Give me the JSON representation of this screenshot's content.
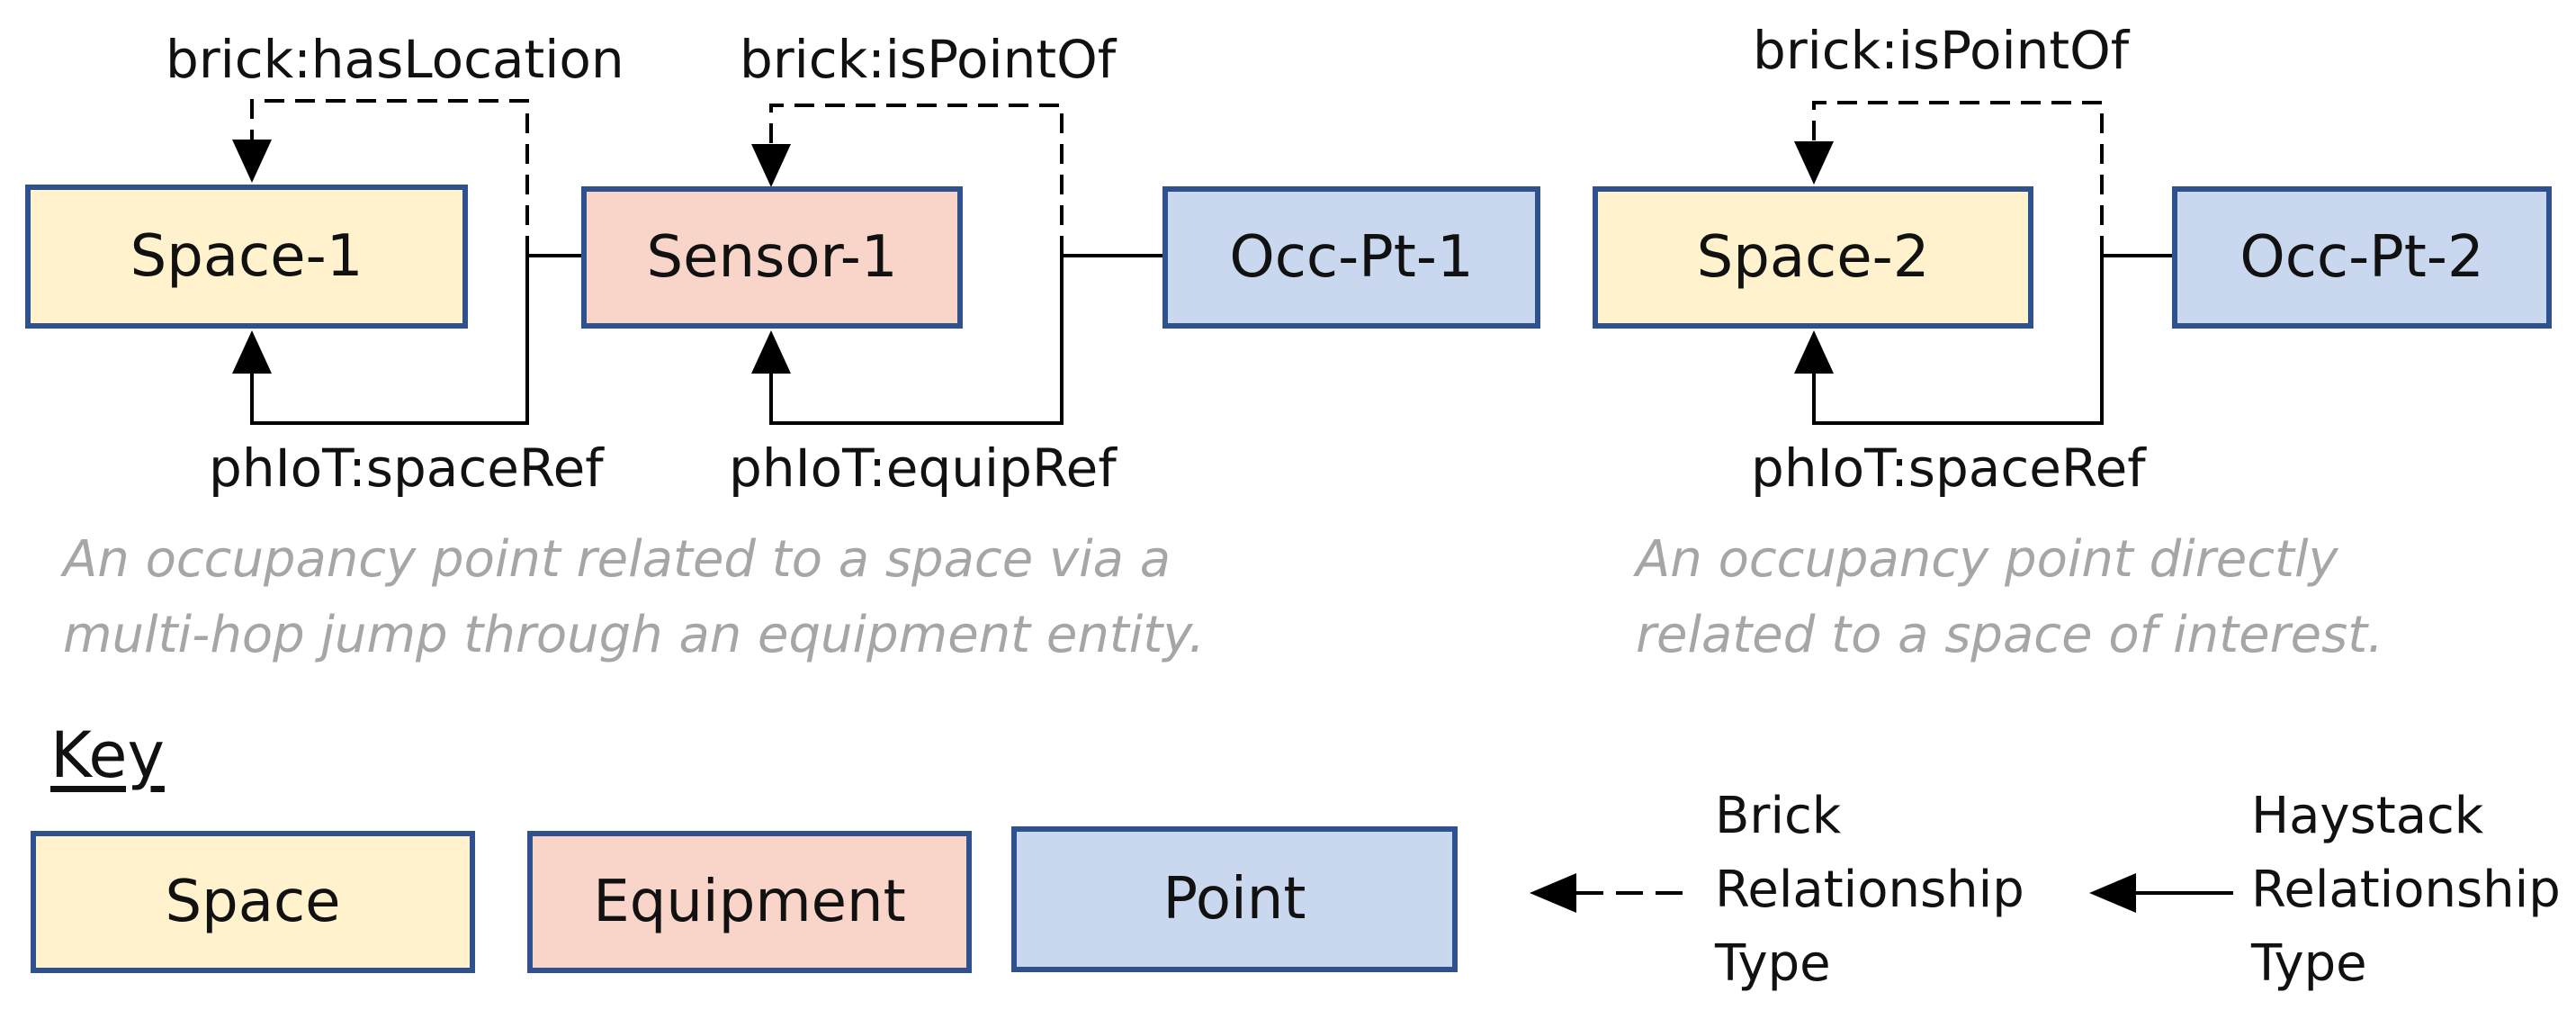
{
  "nodes": {
    "space1": "Space-1",
    "sensor1": "Sensor-1",
    "occpt1": "Occ-Pt-1",
    "space2": "Space-2",
    "occpt2": "Occ-Pt-2"
  },
  "relationships": {
    "has_location": "brick:hasLocation",
    "is_point_of_1": "brick:isPointOf",
    "is_point_of_2": "brick:isPointOf",
    "space_ref_1": "phIoT:spaceRef",
    "equip_ref": "phIoT:equipRef",
    "space_ref_2": "phIoT:spaceRef"
  },
  "captions": {
    "left_line1": "An occupancy point related to a space via a",
    "left_line2": "multi-hop jump through an equipment entity.",
    "right_line1": "An occupancy point directly",
    "right_line2": "related to a space of interest."
  },
  "key": {
    "title": "Key",
    "space": "Space",
    "equipment": "Equipment",
    "point": "Point",
    "brick_line1": "Brick",
    "brick_line2": "Relationship",
    "brick_line3": "Type",
    "haystack_line1": "Haystack",
    "haystack_line2": "Relationship",
    "haystack_line3": "Type"
  },
  "colors": {
    "space": "#fff2cc",
    "equipment": "#f8d5c8",
    "point": "#c9d8ee",
    "border": "#2f528f"
  }
}
